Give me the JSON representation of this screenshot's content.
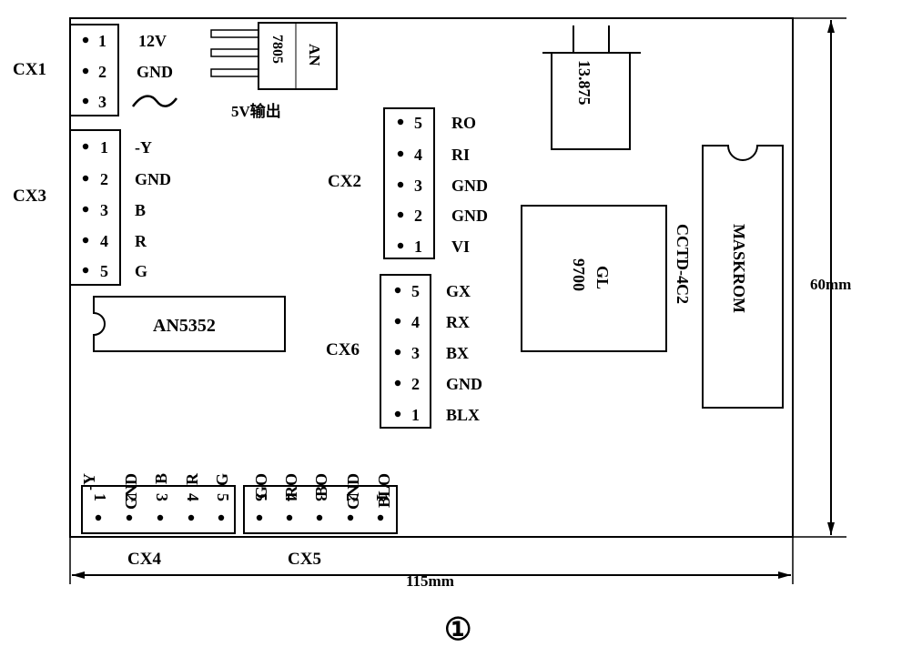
{
  "board": {
    "regulator": {
      "line1": "AN",
      "line2": "7805",
      "output_label": "5V输出"
    },
    "crystal": "13.875",
    "ic_gl": {
      "line1": "GL",
      "line2": "9700"
    },
    "cctd": "CCTD-4C2",
    "maskrom": "MASKROM",
    "an5352": "AN5352"
  },
  "connectors": {
    "cx1": {
      "name": "CX1",
      "pins": [
        {
          "n": "1",
          "label": "12V"
        },
        {
          "n": "2",
          "label": "GND"
        },
        {
          "n": "3",
          "label": "~"
        }
      ]
    },
    "cx3": {
      "name": "CX3",
      "pins": [
        {
          "n": "1",
          "label": "-Y"
        },
        {
          "n": "2",
          "label": "GND"
        },
        {
          "n": "3",
          "label": "B"
        },
        {
          "n": "4",
          "label": "R"
        },
        {
          "n": "5",
          "label": "G"
        }
      ]
    },
    "cx2": {
      "name": "CX2",
      "pins": [
        {
          "n": "5",
          "label": "RO"
        },
        {
          "n": "4",
          "label": "RI"
        },
        {
          "n": "3",
          "label": "GND"
        },
        {
          "n": "2",
          "label": "GND"
        },
        {
          "n": "1",
          "label": "VI"
        }
      ]
    },
    "cx6": {
      "name": "CX6",
      "pins": [
        {
          "n": "5",
          "label": "GX"
        },
        {
          "n": "4",
          "label": "RX"
        },
        {
          "n": "3",
          "label": "BX"
        },
        {
          "n": "2",
          "label": "GND"
        },
        {
          "n": "1",
          "label": "BLX"
        }
      ]
    },
    "cx4": {
      "name": "CX4",
      "pins": [
        {
          "n": "1",
          "label": "-Y"
        },
        {
          "n": "2",
          "label": "GND"
        },
        {
          "n": "3",
          "label": "B"
        },
        {
          "n": "4",
          "label": "R"
        },
        {
          "n": "5",
          "label": "G"
        }
      ]
    },
    "cx5": {
      "name": "CX5",
      "pins": [
        {
          "n": "5",
          "label": "GO"
        },
        {
          "n": "4",
          "label": "RO"
        },
        {
          "n": "3",
          "label": "BO"
        },
        {
          "n": "2",
          "label": "GND"
        },
        {
          "n": "1",
          "label": "BLO"
        }
      ]
    }
  },
  "dimensions": {
    "width": "115mm",
    "height": "60mm"
  },
  "figure_number": "①"
}
